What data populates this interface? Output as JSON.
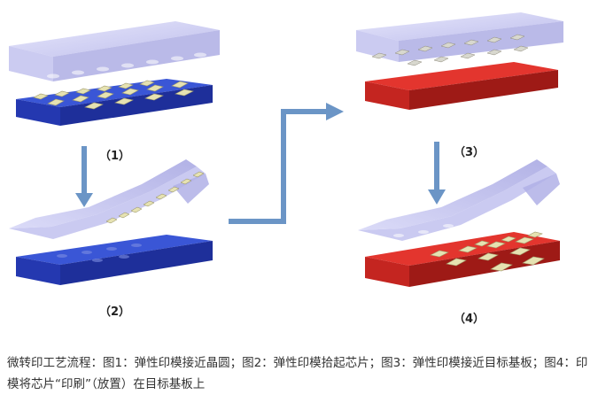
{
  "steps": [
    {
      "id": 1,
      "label": "（1）",
      "substrate": "blue",
      "stamp": "above",
      "chips": "substrate"
    },
    {
      "id": 2,
      "label": "（2）",
      "substrate": "blue",
      "stamp": "peeling",
      "chips": "stamp"
    },
    {
      "id": 3,
      "label": "（3）",
      "substrate": "red",
      "stamp": "above",
      "chips": "stamp"
    },
    {
      "id": 4,
      "label": "（4）",
      "substrate": "red",
      "stamp": "peeling",
      "chips": "substrate"
    }
  ],
  "caption": "微转印工艺流程：图1：弹性印模接近晶圆；图2：弹性印模拾起芯片；图3：弹性印模接近目标基板；图4：印模将芯片“印刷”（放置）在目标基板上",
  "colors": {
    "blue_top": "#3a56d6",
    "blue_side": "#1e2f9a",
    "red_top": "#e3352e",
    "red_side": "#9e1a16",
    "stamp": "#c8c8f2",
    "chip": "#e6e2b2",
    "arrow": "#6b95c6"
  }
}
